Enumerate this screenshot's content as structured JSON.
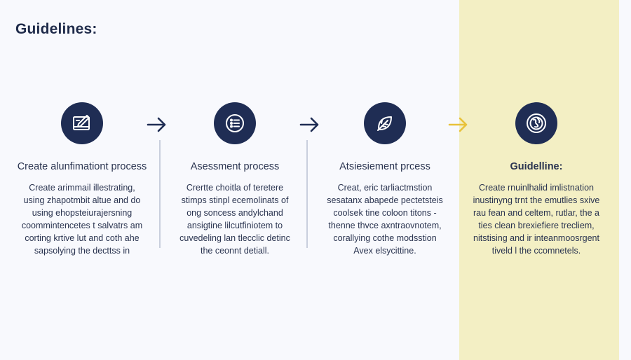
{
  "title": "Guidelines:",
  "colors": {
    "navy": "#1f2d54",
    "arrow_dark": "#1f2d54",
    "arrow_yellow": "#e8c23a",
    "highlight_panel": "#f3efc4",
    "background": "#f8f9fd"
  },
  "steps": [
    {
      "icon": "edit-document-icon",
      "title": "Create alunfimationt process",
      "lines": [
        "Create arimmail illestrating,",
        "using zhapotmbit altue and do",
        "using ehopsteiurajersning",
        "coommintencetes t salvatrs am",
        "corting krtive lut and coth ahe",
        "sapsolying the decttss in"
      ]
    },
    {
      "icon": "list-icon",
      "title": "Asessment process",
      "lines": [
        "Crertte choitla of teretere",
        "stimps stinpl ecemolinats of",
        "ong soncess andylchand",
        "ansigtine lilcutfiniotem to",
        "cuvedeling lan tlecclic detinc",
        "the ceonnt detiall."
      ]
    },
    {
      "icon": "leaf-icon",
      "title": "Atsiesiement prcess",
      "lines": [
        "Creat, eric tarliactmstion",
        "sesatanx abapede pectetsteis",
        "coolsek tine coloon titons   -",
        "thenne thvce axntraovnotem,",
        "corallying cothe modsstion",
        "Avex elsycittine."
      ]
    },
    {
      "icon": "globe-icon",
      "title": "Guidelline:",
      "lines": [
        "Create rnuinlhalid imlistnation",
        "inustinyng trnt the emutlies sxive",
        "rau fean and celtem, rutlar, the a",
        "ties clean brexiefiere trecliem,",
        "nitstising and ir inteanmoosrgent",
        "tiveld l the ccomnetels."
      ]
    }
  ]
}
